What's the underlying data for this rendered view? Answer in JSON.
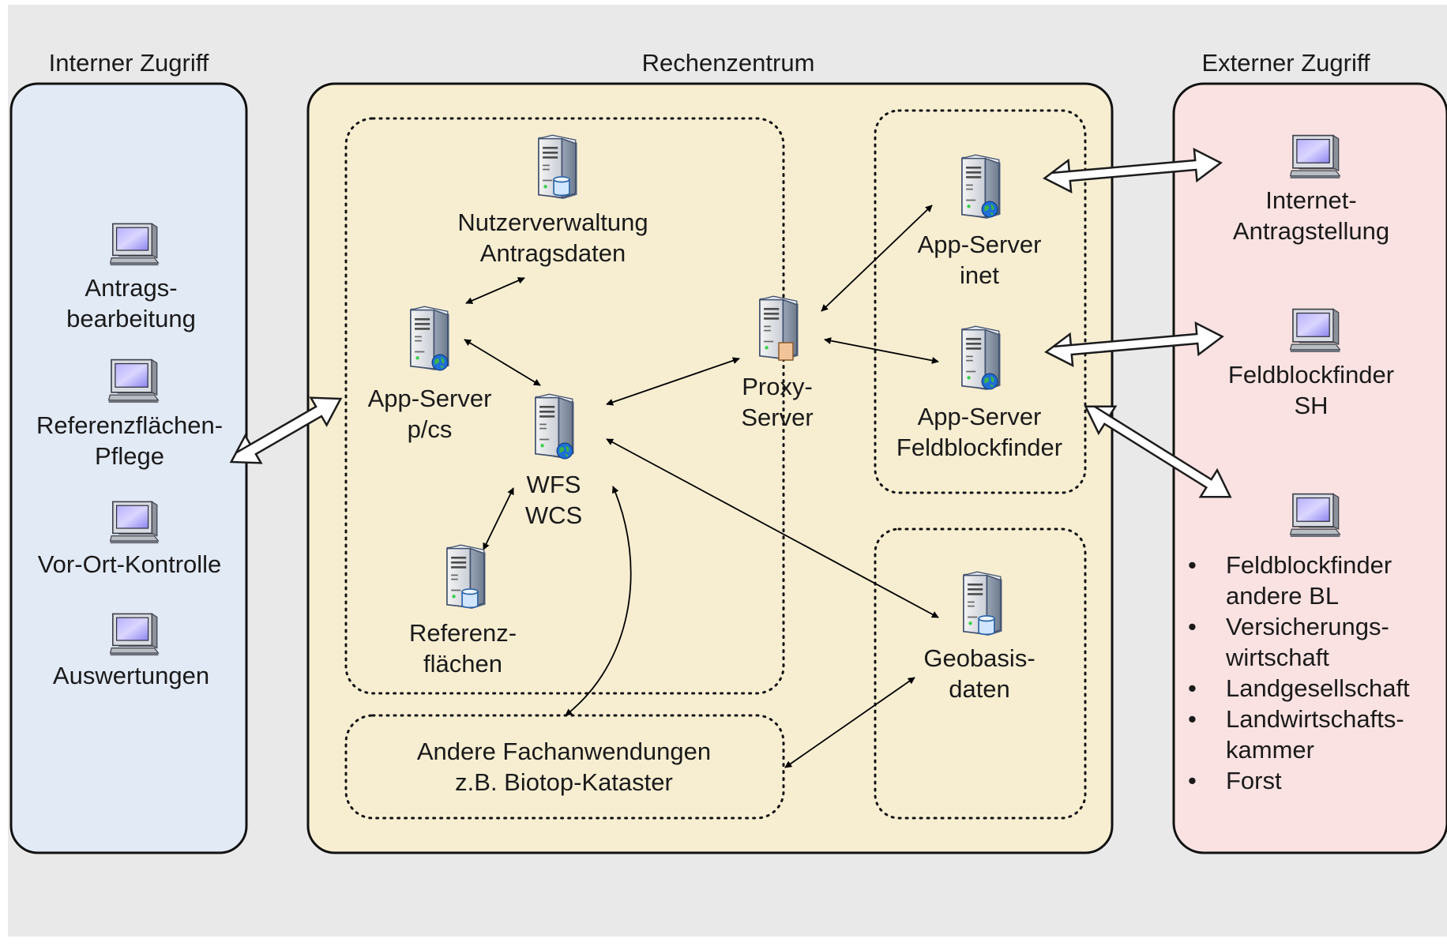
{
  "zones": {
    "internal": {
      "title": "Interner Zugriff",
      "color": "#e2eaf6"
    },
    "center": {
      "title": "Rechenzentrum",
      "color": "#f7eed2"
    },
    "external": {
      "title": "Externer Zugriff",
      "color": "#fbe2e2"
    }
  },
  "internal_clients": [
    {
      "icon": "workstation-icon",
      "lines": [
        "Antrags-",
        "bearbeitung"
      ]
    },
    {
      "icon": "workstation-icon",
      "lines": [
        "Referenzflächen-",
        "Pflege"
      ]
    },
    {
      "icon": "workstation-icon",
      "lines": [
        "Vor-Ort-Kontrolle"
      ]
    },
    {
      "icon": "workstation-icon",
      "lines": [
        "Auswertungen"
      ]
    }
  ],
  "nodes": {
    "nutzerverwaltung": {
      "icon": "database-server-icon",
      "lines": [
        "Nutzerverwaltung",
        "Antragsdaten"
      ]
    },
    "app_server_pcs": {
      "icon": "web-server-icon",
      "lines": [
        "App-Server",
        "p/cs"
      ]
    },
    "wfs_wcs": {
      "icon": "web-server-icon",
      "lines": [
        "WFS",
        "WCS"
      ]
    },
    "referenzflaechen": {
      "icon": "database-server-icon",
      "lines": [
        "Referenz-",
        "flächen"
      ]
    },
    "proxy_server": {
      "icon": "proxy-server-icon",
      "lines": [
        "Proxy-",
        "Server"
      ]
    },
    "app_server_inet": {
      "icon": "web-server-icon",
      "lines": [
        "App-Server",
        "inet"
      ]
    },
    "app_server_feldblockfinder": {
      "icon": "web-server-icon",
      "lines": [
        "App-Server",
        "Feldblockfinder"
      ]
    },
    "geobasisdaten": {
      "icon": "database-server-icon",
      "lines": [
        "Geobasis-",
        "daten"
      ]
    },
    "andere_fachanwendungen": {
      "lines": [
        "Andere Fachanwendungen",
        "z.B. Biotop-Kataster"
      ]
    }
  },
  "external_clients": [
    {
      "icon": "workstation-icon",
      "lines": [
        "Internet-",
        "Antragstellung"
      ]
    },
    {
      "icon": "workstation-icon",
      "lines": [
        "Feldblockfinder",
        "SH"
      ]
    },
    {
      "icon": "workstation-icon",
      "lines": []
    }
  ],
  "external_users": [
    [
      "Feldblockfinder",
      "andere BL"
    ],
    [
      "Versicherungs-",
      "wirtschaft"
    ],
    [
      "Landgesellschaft"
    ],
    [
      "Landwirtschafts-",
      "kammer"
    ],
    [
      "Forst"
    ]
  ]
}
